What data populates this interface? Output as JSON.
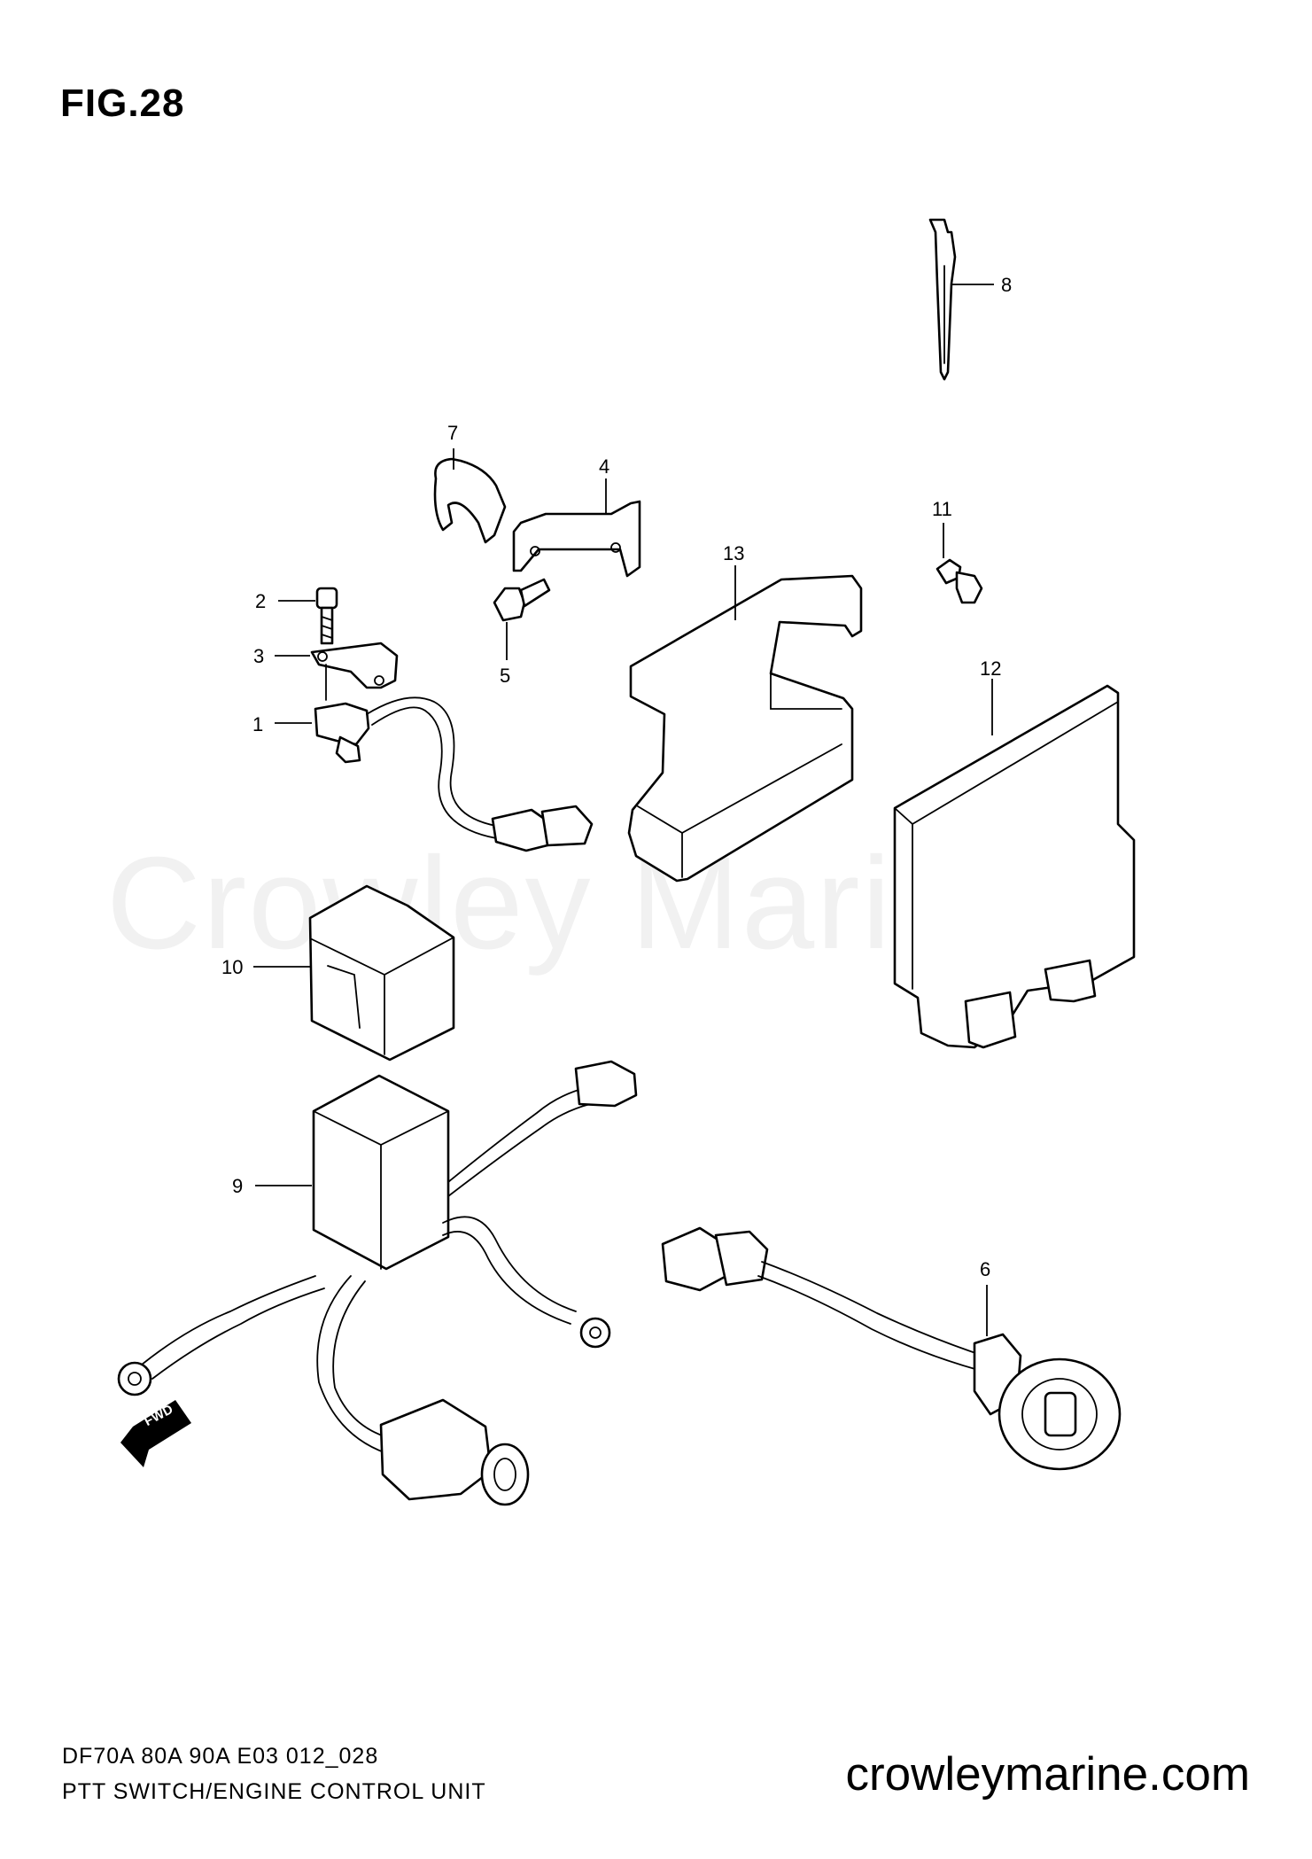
{
  "figure_label": "FIG.28",
  "watermark": "Crowley Marine",
  "footer": {
    "model_line": "DF70A 80A 90A E03 012_028",
    "title_line": "PTT SWITCH/ENGINE CONTROL UNIT"
  },
  "site": "crowleymarine.com",
  "direction_arrow": "FWD",
  "callouts": [
    "1",
    "2",
    "3",
    "4",
    "5",
    "6",
    "7",
    "8",
    "9",
    "10",
    "11",
    "12",
    "13"
  ]
}
